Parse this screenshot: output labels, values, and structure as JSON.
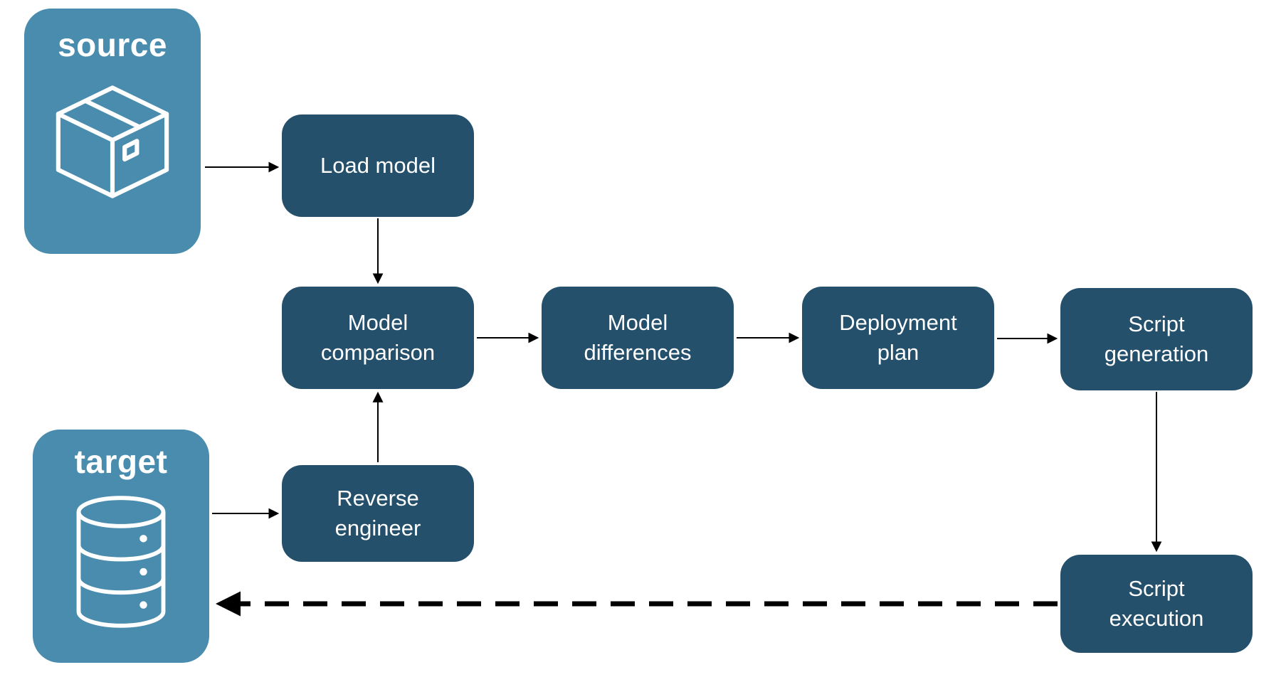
{
  "diagram": {
    "source_label": "source",
    "target_label": "target",
    "nodes": {
      "load_model": "Load model",
      "model_comparison": "Model comparison",
      "model_differences": "Model differences",
      "deployment_plan": "Deployment plan",
      "script_generation": "Script generation",
      "reverse_engineer": "Reverse engineer",
      "script_execution": "Script execution"
    },
    "icons": {
      "source": "package-box-icon",
      "target": "database-cylinder-icon"
    },
    "edges": [
      {
        "from": "source",
        "to": "load_model",
        "style": "solid"
      },
      {
        "from": "load_model",
        "to": "model_comparison",
        "style": "solid"
      },
      {
        "from": "model_comparison",
        "to": "model_differences",
        "style": "solid"
      },
      {
        "from": "model_differences",
        "to": "deployment_plan",
        "style": "solid"
      },
      {
        "from": "deployment_plan",
        "to": "script_generation",
        "style": "solid"
      },
      {
        "from": "script_generation",
        "to": "script_execution",
        "style": "solid"
      },
      {
        "from": "target",
        "to": "reverse_engineer",
        "style": "solid"
      },
      {
        "from": "reverse_engineer",
        "to": "model_comparison",
        "style": "solid"
      },
      {
        "from": "script_execution",
        "to": "target",
        "style": "dashed"
      }
    ],
    "colors": {
      "container_fill": "#4A8CAE",
      "node_fill": "#24506C",
      "text": "#FFFFFF",
      "arrow": "#000000",
      "background": "#FFFFFF"
    }
  }
}
